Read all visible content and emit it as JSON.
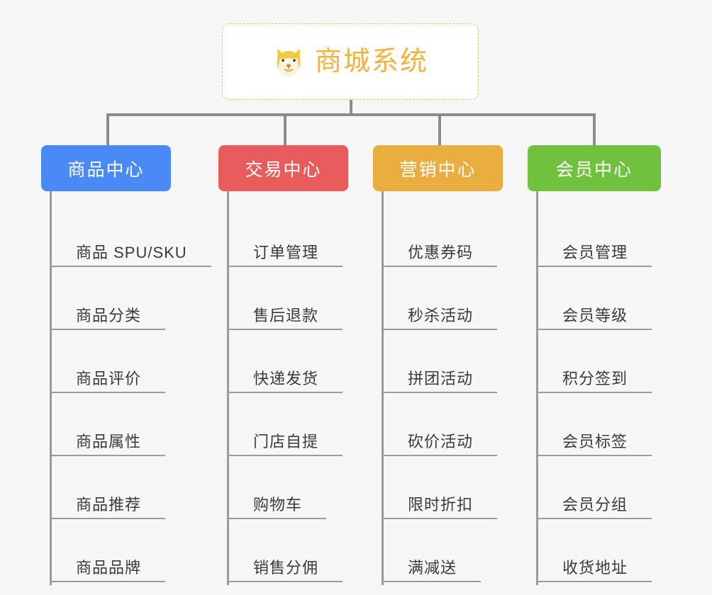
{
  "diagram": {
    "type": "org-chart",
    "title": "商城系统",
    "background_color": "#f7f7f7",
    "root": {
      "label": "商城系统",
      "icon": "dog-face-icon",
      "text_color": "#f0b33d",
      "border_color": "#e9b968",
      "background_color": "#ffffff"
    },
    "branches": [
      {
        "label": "商品中心",
        "color": "#4a8af4",
        "items": [
          "商品 SPU/SKU",
          "商品分类",
          "商品评价",
          "商品属性",
          "商品推荐",
          "商品品牌"
        ]
      },
      {
        "label": "交易中心",
        "color": "#e85c5c",
        "items": [
          "订单管理",
          "售后退款",
          "快递发货",
          "门店自提",
          "购物车",
          "销售分佣"
        ]
      },
      {
        "label": "营销中心",
        "color": "#e9ad41",
        "items": [
          "优惠券码",
          "秒杀活动",
          "拼团活动",
          "砍价活动",
          "限时折扣",
          "满减送"
        ]
      },
      {
        "label": "会员中心",
        "color": "#72c13e",
        "items": [
          "会员管理",
          "会员等级",
          "积分签到",
          "会员标签",
          "会员分组",
          "收货地址"
        ]
      }
    ],
    "connector_color": "#8c8c8c",
    "leaf_line_color": "#9a9a9a",
    "leaf_text_color": "#3a3a3a"
  }
}
